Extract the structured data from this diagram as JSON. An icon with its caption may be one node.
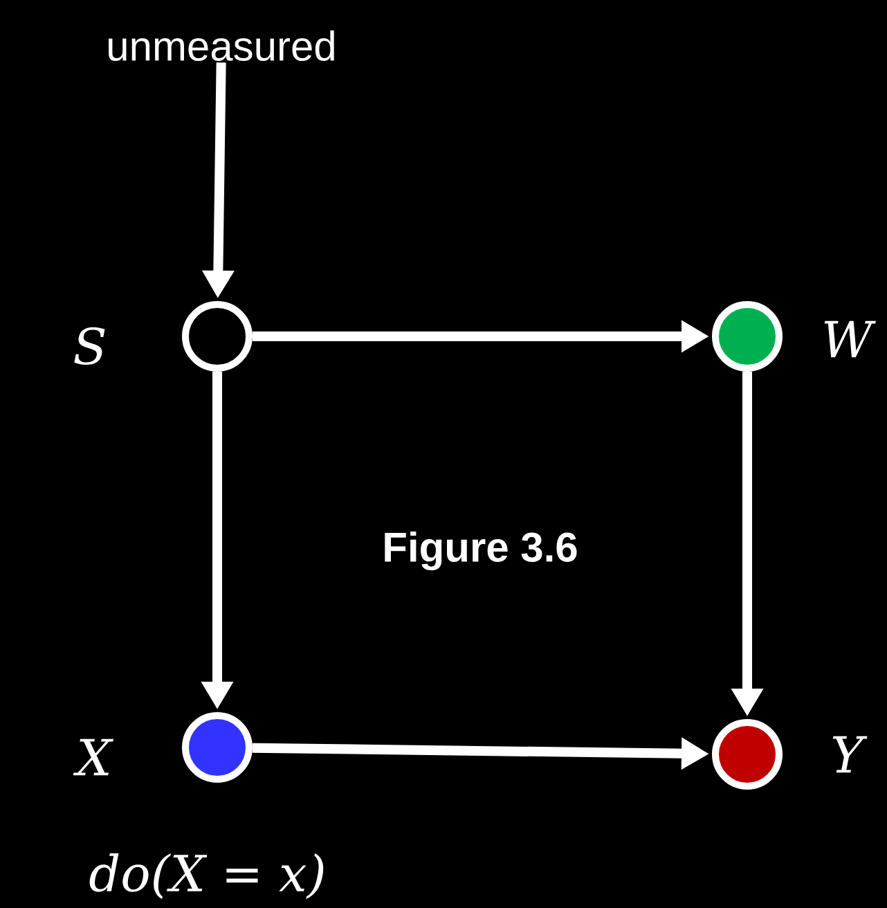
{
  "diagram": {
    "nodes": [
      {
        "text": [
          "unmeasured"
        ]
      },
      {
        "text": [],
        "shape": "circle",
        "beside": [
          "S"
        ]
      },
      {
        "text": [],
        "shape": "circle",
        "beside": [
          "W"
        ]
      },
      {
        "text": [],
        "shape": "circle",
        "beside": [
          "X",
          "do(X = x)"
        ]
      },
      {
        "text": [],
        "shape": "circle",
        "beside": [
          "Y"
        ]
      }
    ],
    "edges": [
      {
        "from": 0,
        "to": 1,
        "arrow": "to"
      },
      {
        "from": 1,
        "to": 2,
        "arrow": "to"
      },
      {
        "from": 1,
        "to": 3,
        "arrow": "to"
      },
      {
        "from": 2,
        "to": 4,
        "arrow": "to"
      },
      {
        "from": 3,
        "to": 4,
        "arrow": "to"
      }
    ],
    "labels": [
      "Figure 3.6"
    ]
  }
}
